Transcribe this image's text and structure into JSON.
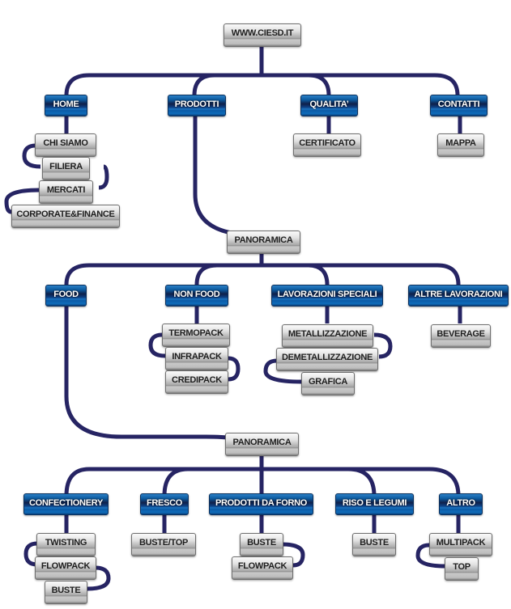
{
  "colors": {
    "line": "#262463",
    "blue_button": "#0c5a9e",
    "grey_button": "#bdbdbd"
  },
  "root": {
    "label": "WWW.CIESD.IT"
  },
  "level1": {
    "home": {
      "label": "HOME",
      "items": [
        "CHI SIAMO",
        "FILIERA",
        "MERCATI",
        "CORPORATE&FINANCE"
      ]
    },
    "prodotti": {
      "label": "PRODOTTI"
    },
    "qualita": {
      "label": "QUALITA’",
      "items": [
        "CERTIFICATO"
      ]
    },
    "contatti": {
      "label": "CONTATTI",
      "items": [
        "MAPPA"
      ]
    }
  },
  "prodotti_panel": {
    "panoramica": "PANORAMICA",
    "food": {
      "label": "FOOD"
    },
    "non_food": {
      "label": "NON FOOD",
      "items": [
        "TERMOPACK",
        "INFRAPACK",
        "CREDIPACK"
      ]
    },
    "lavorazioni_speciali": {
      "label": "LAVORAZIONI SPECIALI",
      "items": [
        "METALLIZZAZIONE",
        "DEMETALLIZZAZIONE",
        "GRAFICA"
      ]
    },
    "altre_lavorazioni": {
      "label": "ALTRE LAVORAZIONI",
      "items": [
        "BEVERAGE"
      ]
    }
  },
  "food_panel": {
    "panoramica": "PANORAMICA",
    "confectionery": {
      "label": "CONFECTIONERY",
      "items": [
        "TWISTING",
        "FLOWPACK",
        "BUSTE"
      ]
    },
    "fresco": {
      "label": "FRESCO",
      "items": [
        "BUSTE/TOP"
      ]
    },
    "prodotti_da_forno": {
      "label": "PRODOTTI DA FORNO",
      "items": [
        "BUSTE",
        "FLOWPACK"
      ]
    },
    "riso_e_legumi": {
      "label": "RISO E LEGUMI",
      "items": [
        "BUSTE"
      ]
    },
    "altro": {
      "label": "ALTRO",
      "items": [
        "MULTIPACK",
        "TOP"
      ]
    }
  }
}
